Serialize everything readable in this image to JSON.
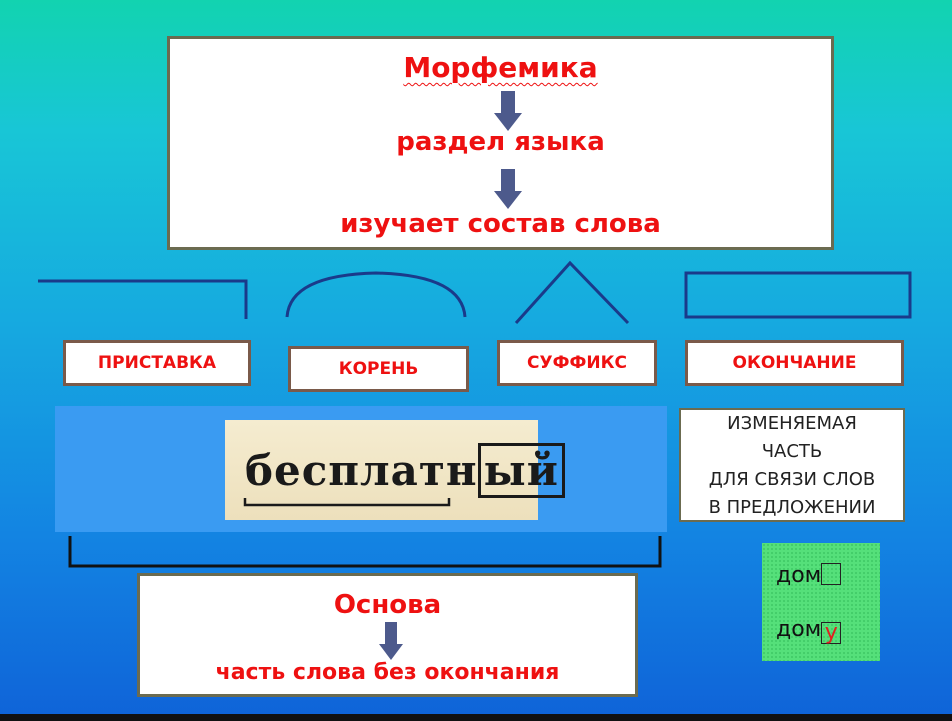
{
  "definition": {
    "title": "Морфемика",
    "line2": "раздел языка",
    "line3": "изучает состав слова"
  },
  "morphemes": {
    "prefix": "ПРИСТАВКА",
    "root": "КОРЕНЬ",
    "suffix": "СУФФИКС",
    "ending": "ОКОНЧАНИЕ"
  },
  "example_word": {
    "stem": "бесплатн",
    "ending": "ый"
  },
  "ending_description": [
    "ИЗМЕНЯЕМАЯ",
    "ЧАСТЬ",
    "ДЛЯ СВЯЗИ СЛОВ",
    "В ПРЕДЛОЖЕНИИ"
  ],
  "stem_definition": {
    "title": "Основа",
    "text": "часть слова без окончания"
  },
  "examples": {
    "word1": "дом",
    "word1_ending": "",
    "word2": "дом",
    "word2_ending": "у"
  },
  "colors": {
    "accent_red": "#ee1111",
    "arrow": "#4d5a8c",
    "symbol_line": "#1a3a8a"
  }
}
